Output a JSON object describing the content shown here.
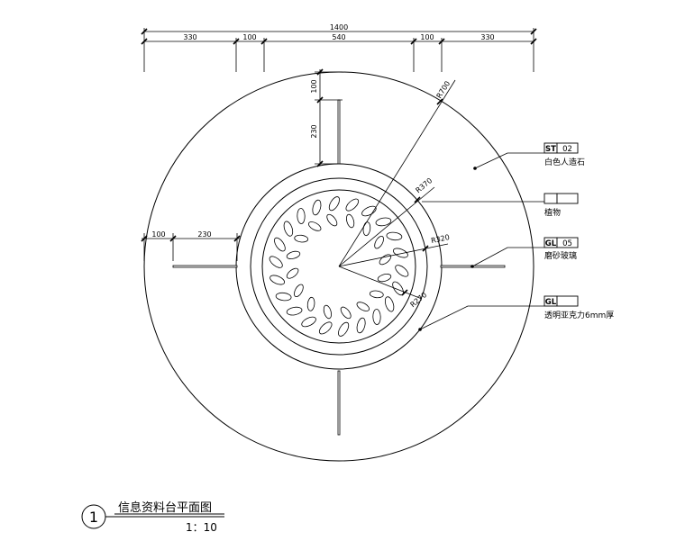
{
  "dimensions": {
    "overall": "1400",
    "segments": [
      "330",
      "100",
      "540",
      "100",
      "330"
    ],
    "vertical": [
      "100",
      "230"
    ],
    "left": [
      "100",
      "230"
    ]
  },
  "radii": {
    "r700": "R700",
    "r370": "R370",
    "r320": "R320",
    "r270": "R270"
  },
  "callouts": [
    {
      "code": "ST",
      "number": "02",
      "text": "白色人造石"
    },
    {
      "code": "",
      "number": "",
      "text": "植物"
    },
    {
      "code": "GL",
      "number": "05",
      "text": "磨砂玻璃"
    },
    {
      "code": "GL",
      "number": "",
      "text": "透明亚克力6mm厚"
    }
  ],
  "title_block": {
    "number": "1",
    "title": "信息资料台平面图",
    "scale": "1：10"
  }
}
